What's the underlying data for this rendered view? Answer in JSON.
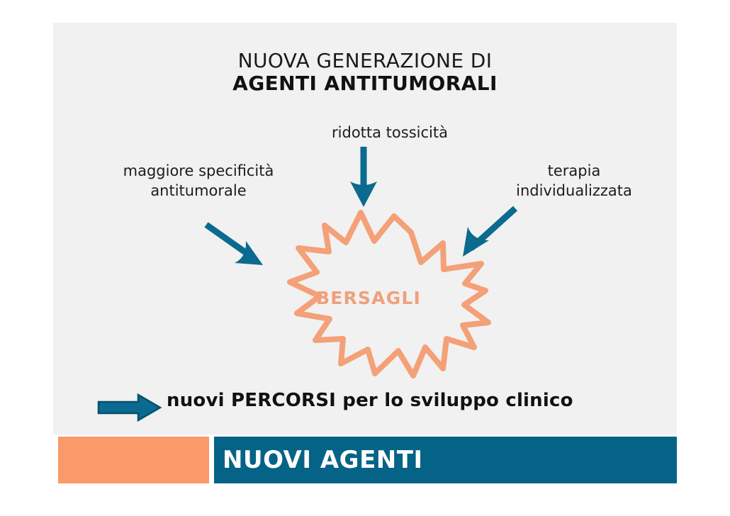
{
  "slide": {
    "background_color": "#ffffff",
    "panel_color": "#f1f1f1",
    "accent_teal": "#0b6a8f",
    "accent_orange": "#fb9a69",
    "burst_color": "#f4a078"
  },
  "heading": {
    "line1": "NUOVA GENERAZIONE DI",
    "line2": "AGENTI ANTITUMORALI"
  },
  "labels": {
    "toxicity": "ridotta tossicità",
    "specificity": "maggiore specificità\nantitumorale",
    "therapy": "terapia\nindividualizzata"
  },
  "burst": {
    "text": "BERSAGLI"
  },
  "bottom": {
    "text": "nuovi PERCORSI per lo sviluppo clinico"
  },
  "footer": {
    "title": "NUOVI AGENTI"
  },
  "icons": {
    "arrow_down": "arrow-down-icon",
    "arrow_down_right": "arrow-down-right-icon",
    "arrow_down_left": "arrow-down-left-icon",
    "arrow_right_block": "arrow-right-block-icon",
    "starburst": "starburst-icon"
  }
}
